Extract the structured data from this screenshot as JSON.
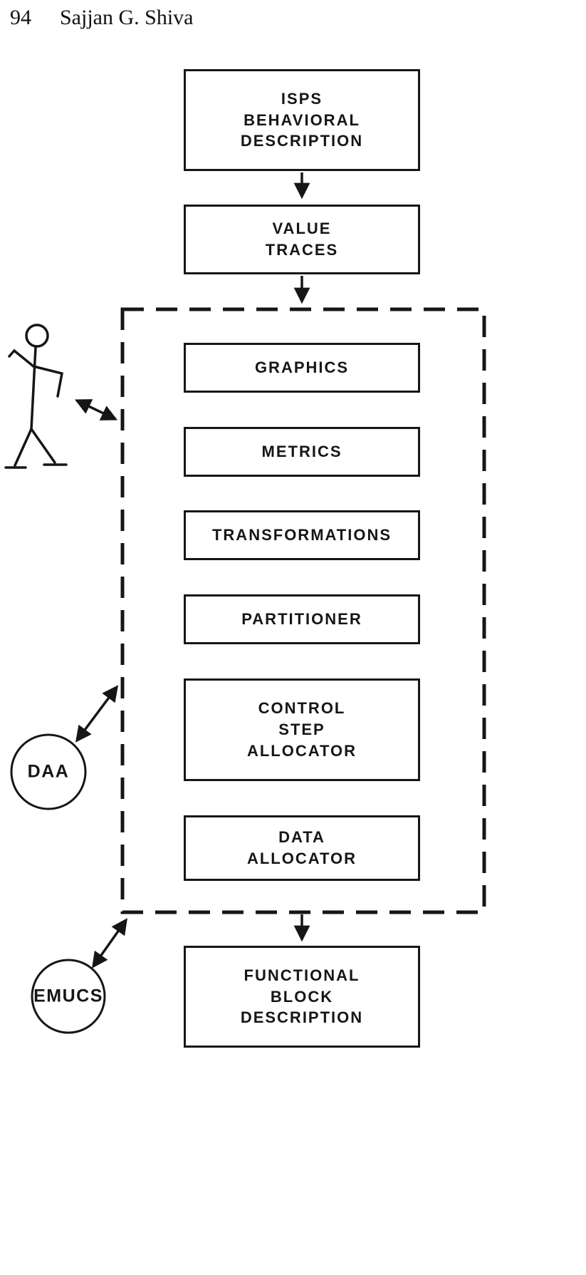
{
  "page": {
    "number": "94",
    "author": "Sajjan G. Shiva"
  },
  "diagram": {
    "boxes": {
      "isps": "ISPS\nBEHAVIORAL\nDESCRIPTION",
      "value_traces": "VALUE\nTRACES",
      "graphics": "GRAPHICS",
      "metrics": "METRICS",
      "transformations": "TRANSFORMATIONS",
      "partitioner": "PARTITIONER",
      "control_step_allocator": "CONTROL\nSTEP\nALLOCATOR",
      "data_allocator": "DATA\nALLOCATOR",
      "functional_block": "FUNCTIONAL\nBLOCK\nDESCRIPTION"
    },
    "actors": {
      "user": "stick-figure-user",
      "daa": "DAA",
      "emucs": "EMUCS"
    },
    "colors": {
      "ink": "#161616",
      "background": "#ffffff"
    }
  }
}
